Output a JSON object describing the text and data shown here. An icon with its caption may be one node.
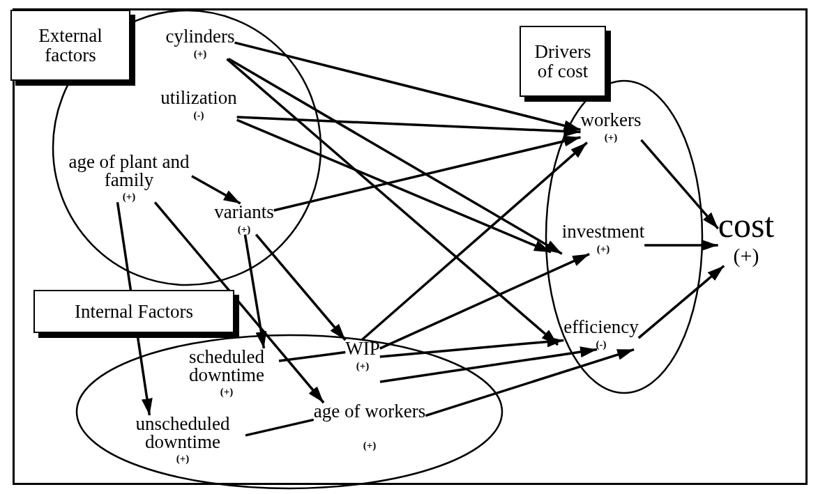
{
  "diagram": {
    "nodes": [
      {
        "text": [
          "External factors"
        ]
      },
      {
        "text": [
          "cylinders",
          "(+)"
        ],
        "in": 0
      },
      {
        "text": [
          "utilization",
          "(-)"
        ],
        "in": 0
      },
      {
        "text": [
          "age of plant and family",
          "(+)"
        ],
        "in": 0
      },
      {
        "text": [
          "variants",
          "(+)"
        ],
        "in": 0
      },
      {
        "text": [
          "Drivers of cost"
        ]
      },
      {
        "text": [
          "workers",
          "(+)"
        ],
        "in": 5
      },
      {
        "text": [
          "investment",
          "(+)"
        ],
        "in": 5
      },
      {
        "text": [
          "efficiency",
          "(-)"
        ],
        "in": 5
      },
      {
        "text": [
          "cost",
          "(+)"
        ]
      },
      {
        "text": [
          "Internal Factors"
        ]
      },
      {
        "text": [
          "scheduled downtime",
          "(+)"
        ],
        "in": 10
      },
      {
        "text": [
          "WIP",
          "(+)"
        ],
        "in": 10
      },
      {
        "text": [
          "unscheduled downtime",
          "(+)"
        ],
        "in": 10
      },
      {
        "text": [
          "age of workers",
          "(+)"
        ],
        "in": 10
      }
    ],
    "edges": [
      {
        "from": 1,
        "to": 6,
        "arrow": "to"
      },
      {
        "from": 1,
        "to": 7,
        "arrow": "to"
      },
      {
        "from": 1,
        "to": 8,
        "arrow": "to"
      },
      {
        "from": 2,
        "to": 6,
        "arrow": "to"
      },
      {
        "from": 2,
        "to": 7,
        "arrow": "to"
      },
      {
        "from": 3,
        "to": 4,
        "arrow": "to"
      },
      {
        "from": 3,
        "to": 14,
        "arrow": "to"
      },
      {
        "from": 3,
        "to": 13,
        "arrow": "to"
      },
      {
        "from": 4,
        "to": 6,
        "arrow": "to"
      },
      {
        "from": 4,
        "to": 11,
        "arrow": "to"
      },
      {
        "from": 4,
        "to": 12,
        "arrow": "to"
      },
      {
        "from": 12,
        "to": 6,
        "arrow": "to"
      },
      {
        "from": 12,
        "to": 7,
        "arrow": "to"
      },
      {
        "from": 12,
        "to": 8,
        "arrow": "to"
      },
      {
        "from": 12,
        "to": 8,
        "arrow": "to"
      },
      {
        "from": 11,
        "to": 12,
        "arrow": "none"
      },
      {
        "from": 13,
        "to": 14,
        "arrow": "none"
      },
      {
        "from": 14,
        "to": 8,
        "arrow": "to"
      },
      {
        "from": 6,
        "to": 9,
        "arrow": "to"
      },
      {
        "from": 7,
        "to": 9,
        "arrow": "to"
      },
      {
        "from": 8,
        "to": 9,
        "arrow": "to"
      }
    ]
  }
}
